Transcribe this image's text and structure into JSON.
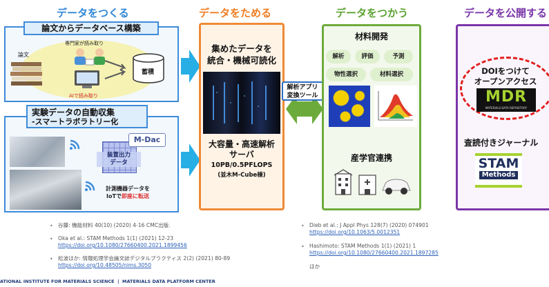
{
  "stages": {
    "create": "データをつくる",
    "store": "データをためる",
    "use": "データをつかう",
    "publish": "データを公開する"
  },
  "create": {
    "db_title": "論文からデータベース構築",
    "paper_label": "論文",
    "expert_label": "専門家が読み取り",
    "ai_label": "AIで読み取り",
    "storage_label": "蓄積",
    "auto_title_line1": "実験データの自動収集",
    "auto_title_line2": "-スマートラボラトリー化",
    "mdac_logo": "M-Dac",
    "device_output_line1": "装置出力",
    "device_output_line2": "データ",
    "instrument_line1": "計測機器データを",
    "instrument_line2a": "IoTで",
    "instrument_line2b": "即座に転送"
  },
  "store": {
    "line1": "集めたデータを",
    "line2": "統合・機械可読化",
    "server_line1": "大容量・高速解析",
    "server_line2": "サーバ",
    "spec": "10PB/0.5PFLOPS",
    "location": "(並木M-Cube棟)"
  },
  "use": {
    "title": "材料開発",
    "tags": [
      "解析",
      "評価",
      "予測",
      "物性選択",
      "材料選択"
    ],
    "app_line1": "解析アプリ",
    "app_line2": "変換ツール",
    "collab": "産学官連携"
  },
  "publish": {
    "doi_line1": "DOIをつけて",
    "doi_line2": "オープンアクセス",
    "mdr_logo": "MDR",
    "mdr_sub": "MATERIALS DATA REPOSITORY",
    "journal": "査読付きジャーナル",
    "stam_logo": "STAM",
    "stam_sub": "Methods"
  },
  "refs_left": [
    {
      "text": "谷藤: 機能材料 40(10) (2020) 4-16 CMC出版.",
      "url": ""
    },
    {
      "text": "Oka et al.: STAM Methods 1(1) (2021) 12-23",
      "url": "https://doi.org/10.1080/27660400.2021.1899456"
    },
    {
      "text": "松波ほか: 情報処理学会論文誌デジタルプラクティス 2(2) (2021) 80-89",
      "url": "https://doi.org/10.48505/nims.3050"
    }
  ],
  "refs_right": [
    {
      "text": "Dieb et al.: J Appl Phys 128(7) (2020) 074901",
      "url": "https://doi.org/10.1063/5.0012351"
    },
    {
      "text": "Hashimoto: STAM Methods 1(1) (2021) 1",
      "url": "https://doi.org/10.1080/27660400.2021.1897285"
    }
  ],
  "refs_more": "ほか",
  "footer": "ATIONAL INSTITUTE FOR MATERIALS SCIENCE  |  MATERIALS DATA PLATFORM CENTER",
  "colors": {
    "blue": "#2f86d6",
    "orange": "#ef7d22",
    "green": "#5aa232",
    "purple": "#7a35a8",
    "red": "#e02020"
  }
}
